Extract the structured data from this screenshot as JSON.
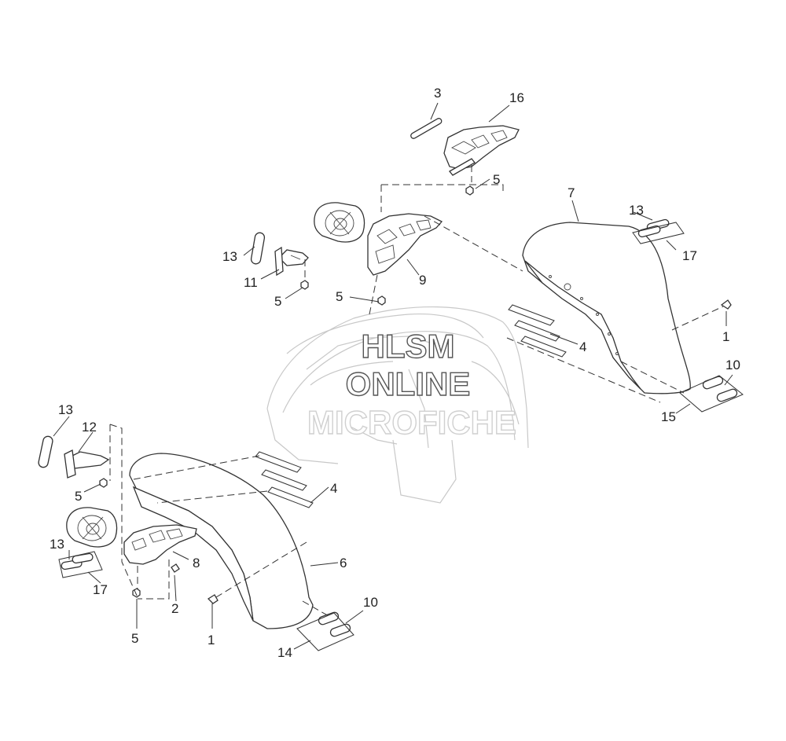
{
  "watermark": {
    "line1": "HLSM",
    "line2": "ONLINE",
    "line3": "MICROFICHE"
  },
  "callouts": {
    "c3": "3",
    "c16": "16",
    "c5a": "5",
    "c7": "7",
    "c13a": "13",
    "c17a": "17",
    "c13b": "13",
    "c11": "11",
    "c5b": "5",
    "c9": "9",
    "c5c": "5",
    "c1a": "1",
    "c4a": "4",
    "c10a": "10",
    "c15": "15",
    "c13c": "13",
    "c12": "12",
    "c5d": "5",
    "c4b": "4",
    "c13d": "13",
    "c17b": "17",
    "c8": "8",
    "c6": "6",
    "c2": "2",
    "c5e": "5",
    "c1b": "1",
    "c10b": "10",
    "c14": "14"
  },
  "colors": {
    "line": "#333333",
    "ghost": "#c8c8c8",
    "watermark_fill": "#ffffff",
    "watermark_stroke": "#555555"
  }
}
